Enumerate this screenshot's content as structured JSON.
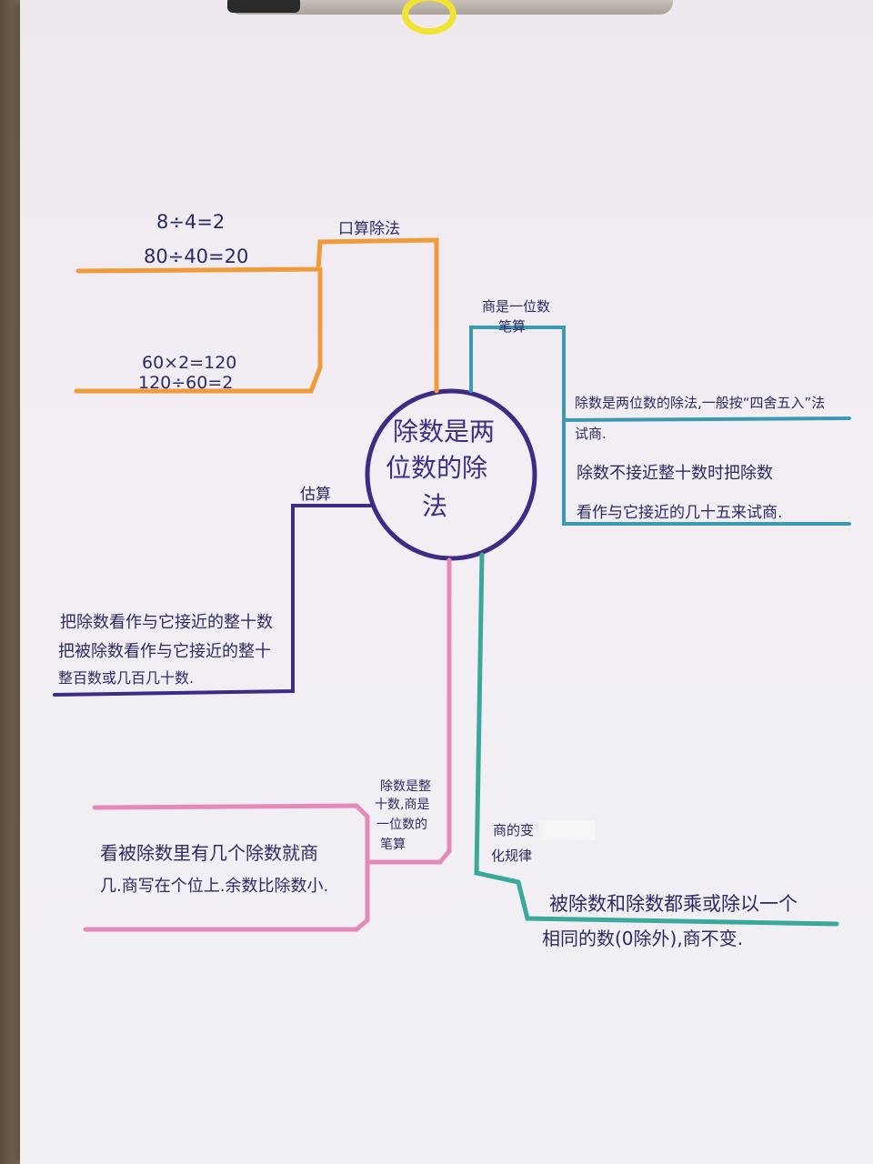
{
  "center": {
    "line1": "除数是两",
    "line2": "位数的除",
    "line3": "法"
  },
  "branches": {
    "oral": {
      "label": "口算除法",
      "ex1": "8÷4=2",
      "ex2": "80÷40=20",
      "ex3": "60×2=120",
      "ex4": "120÷60=2",
      "color": "#f09a3a"
    },
    "estimate": {
      "label": "估算",
      "line1": "把除数看作与它接近的整十数",
      "line2": "把被除数看作与它接近的整十",
      "line3": "整百数或几百几十数.",
      "color": "#3d2b85"
    },
    "one_digit_quotient": {
      "label_line1": "商是一位数",
      "label_line2": "笔算",
      "text1_line1": "除数是两位数的除法,一般按“四舍五入”法",
      "text1_line2": "试商.",
      "text2_line1": "除数不接近整十数时把除数",
      "text2_line2": "看作与它接近的几十五来试商.",
      "color": "#3b9ab0"
    },
    "whole_tens": {
      "label_line1": "除数是整",
      "label_line2": "十数,商是",
      "label_line3": "一位数的",
      "label_line4": "笔算",
      "text_line1": "看被除数里有几个除数就商",
      "text_line2": "几.商写在个位上.余数比除数小.",
      "color": "#e58ab8"
    },
    "quotient_rule": {
      "label_line1": "商的变",
      "label_line2": "化规律",
      "text_line1": "被除数和除数都乘或除以一个",
      "text_line2": "相同的数(0除外),商不变.",
      "color": "#3aa89a"
    }
  }
}
